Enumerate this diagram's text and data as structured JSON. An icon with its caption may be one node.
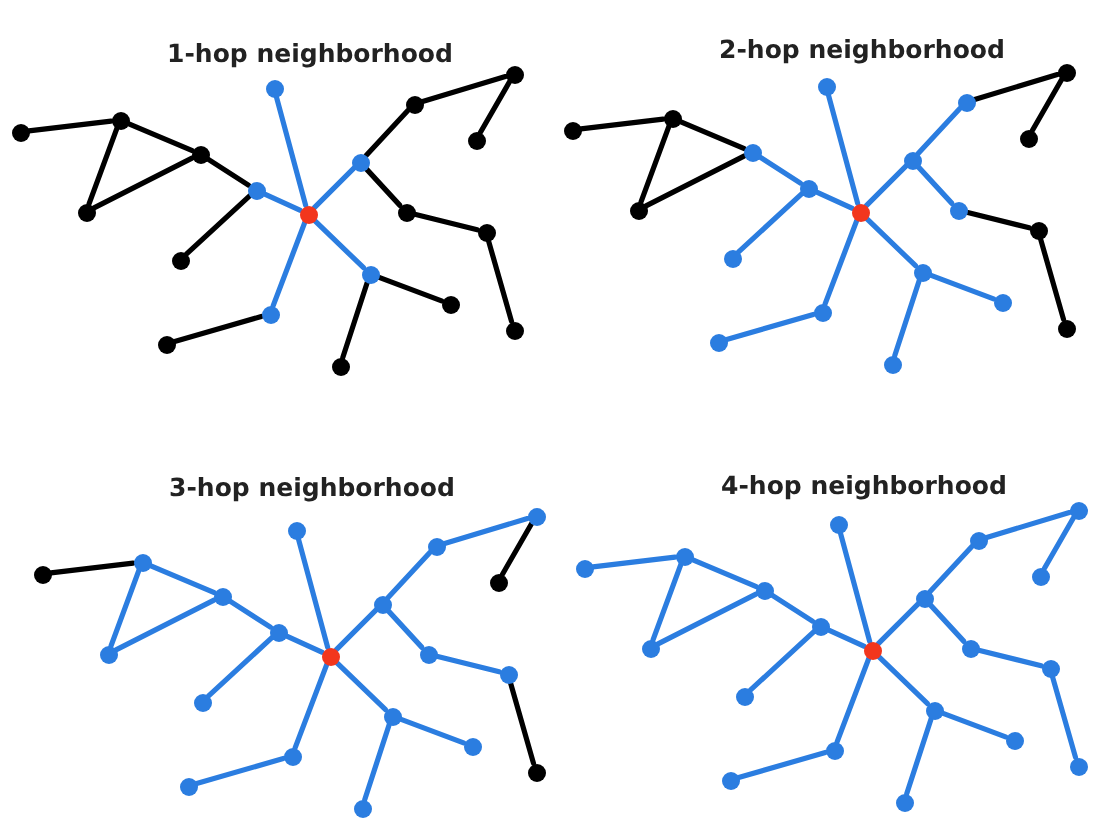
{
  "diagram": {
    "nodes": [
      {
        "text": [],
        "shape": "circle"
      },
      {
        "text": [],
        "shape": "circle"
      },
      {
        "text": [],
        "shape": "circle"
      },
      {
        "text": [],
        "shape": "circle"
      },
      {
        "text": [],
        "shape": "circle"
      },
      {
        "text": [],
        "shape": "circle"
      },
      {
        "text": [],
        "shape": "circle"
      },
      {
        "text": [],
        "shape": "circle"
      },
      {
        "text": [],
        "shape": "circle"
      },
      {
        "text": [],
        "shape": "circle"
      },
      {
        "text": [],
        "shape": "circle"
      },
      {
        "text": [],
        "shape": "circle"
      },
      {
        "text": [],
        "shape": "circle"
      },
      {
        "text": [],
        "shape": "circle"
      },
      {
        "text": [],
        "shape": "circle"
      },
      {
        "text": [],
        "shape": "circle"
      },
      {
        "text": [],
        "shape": "circle"
      },
      {
        "text": [],
        "shape": "circle"
      },
      {
        "text": [],
        "shape": "circle"
      },
      {
        "text": [],
        "shape": "circle"
      },
      {
        "text": [],
        "shape": "circle"
      },
      {
        "text": [],
        "shape": "circle"
      },
      {
        "text": [],
        "shape": "circle"
      },
      {
        "text": [],
        "shape": "circle"
      },
      {
        "text": [],
        "shape": "circle"
      },
      {
        "text": [],
        "shape": "circle"
      },
      {
        "text": [],
        "shape": "circle"
      },
      {
        "text": [],
        "shape": "circle"
      },
      {
        "text": [],
        "shape": "circle"
      },
      {
        "text": [],
        "shape": "circle"
      },
      {
        "text": [],
        "shape": "circle"
      },
      {
        "text": [],
        "shape": "circle"
      },
      {
        "text": [],
        "shape": "circle"
      },
      {
        "text": [],
        "shape": "circle"
      },
      {
        "text": [],
        "shape": "circle"
      },
      {
        "text": [],
        "shape": "circle"
      },
      {
        "text": [],
        "shape": "circle"
      },
      {
        "text": [],
        "shape": "circle"
      },
      {
        "text": [],
        "shape": "circle"
      },
      {
        "text": [],
        "shape": "circle"
      },
      {
        "text": [],
        "shape": "circle"
      },
      {
        "text": [],
        "shape": "circle"
      },
      {
        "text": [],
        "shape": "circle"
      },
      {
        "text": [],
        "shape": "circle"
      },
      {
        "text": [],
        "shape": "circle"
      },
      {
        "text": [],
        "shape": "circle"
      },
      {
        "text": [],
        "shape": "circle"
      },
      {
        "text": [],
        "shape": "circle"
      },
      {
        "text": [],
        "shape": "circle"
      },
      {
        "text": [],
        "shape": "circle"
      },
      {
        "text": [],
        "shape": "circle"
      },
      {
        "text": [],
        "shape": "circle"
      },
      {
        "text": [],
        "shape": "circle"
      },
      {
        "text": [],
        "shape": "circle"
      },
      {
        "text": [],
        "shape": "circle"
      },
      {
        "text": [],
        "shape": "circle"
      },
      {
        "text": [],
        "shape": "circle"
      },
      {
        "text": [],
        "shape": "circle"
      },
      {
        "text": [],
        "shape": "circle"
      },
      {
        "text": [],
        "shape": "circle"
      },
      {
        "text": [],
        "shape": "circle"
      },
      {
        "text": [],
        "shape": "circle"
      },
      {
        "text": [],
        "shape": "circle"
      },
      {
        "text": [],
        "shape": "circle"
      },
      {
        "text": [],
        "shape": "circle"
      },
      {
        "text": [],
        "shape": "circle"
      },
      {
        "text": [],
        "shape": "circle"
      },
      {
        "text": [],
        "shape": "circle"
      },
      {
        "text": [],
        "shape": "circle"
      },
      {
        "text": [],
        "shape": "circle"
      },
      {
        "text": [],
        "shape": "circle"
      },
      {
        "text": [],
        "shape": "circle"
      },
      {
        "text": [],
        "shape": "circle"
      },
      {
        "text": [],
        "shape": "circle"
      },
      {
        "text": [],
        "shape": "circle"
      },
      {
        "text": [],
        "shape": "circle"
      },
      {
        "text": [],
        "shape": "circle"
      },
      {
        "text": [],
        "shape": "circle"
      },
      {
        "text": [],
        "shape": "circle"
      },
      {
        "text": [],
        "shape": "circle"
      }
    ],
    "edges": [
      {
        "from": 11,
        "to": 1,
        "arrow": "none"
      },
      {
        "from": 11,
        "to": 8,
        "arrow": "none"
      },
      {
        "from": 11,
        "to": 7,
        "arrow": "none"
      },
      {
        "from": 11,
        "to": 14,
        "arrow": "none"
      },
      {
        "from": 11,
        "to": 16,
        "arrow": "none"
      },
      {
        "from": 8,
        "to": 6,
        "arrow": "none",
        "color": "#000000"
      },
      {
        "from": 8,
        "to": 13,
        "arrow": "none",
        "color": "#000000"
      },
      {
        "from": 6,
        "to": 3,
        "arrow": "none",
        "color": "#000000"
      },
      {
        "from": 6,
        "to": 9,
        "arrow": "none",
        "color": "#000000"
      },
      {
        "from": 3,
        "to": 9,
        "arrow": "none",
        "color": "#000000"
      },
      {
        "from": 3,
        "to": 4,
        "arrow": "none",
        "color": "#000000"
      },
      {
        "from": 7,
        "to": 2,
        "arrow": "none",
        "color": "#000000"
      },
      {
        "from": 7,
        "to": 10,
        "arrow": "none",
        "color": "#000000"
      },
      {
        "from": 2,
        "to": 0,
        "arrow": "none",
        "color": "#000000"
      },
      {
        "from": 0,
        "to": 5,
        "arrow": "none",
        "color": "#000000"
      },
      {
        "from": 10,
        "to": 12,
        "arrow": "none",
        "color": "#000000"
      },
      {
        "from": 12,
        "to": 17,
        "arrow": "none",
        "color": "#000000"
      },
      {
        "from": 14,
        "to": 15,
        "arrow": "none",
        "color": "#000000"
      },
      {
        "from": 14,
        "to": 19,
        "arrow": "none",
        "color": "#000000"
      },
      {
        "from": 16,
        "to": 18,
        "arrow": "none",
        "color": "#000000"
      },
      {
        "from": 31,
        "to": 21,
        "arrow": "none"
      },
      {
        "from": 31,
        "to": 28,
        "arrow": "none"
      },
      {
        "from": 31,
        "to": 27,
        "arrow": "none"
      },
      {
        "from": 31,
        "to": 34,
        "arrow": "none"
      },
      {
        "from": 31,
        "to": 36,
        "arrow": "none"
      },
      {
        "from": 28,
        "to": 26,
        "arrow": "none"
      },
      {
        "from": 28,
        "to": 33,
        "arrow": "none"
      },
      {
        "from": 26,
        "to": 23,
        "arrow": "none",
        "color": "#000000"
      },
      {
        "from": 26,
        "to": 29,
        "arrow": "none",
        "color": "#000000"
      },
      {
        "from": 23,
        "to": 29,
        "arrow": "none",
        "color": "#000000"
      },
      {
        "from": 23,
        "to": 24,
        "arrow": "none",
        "color": "#000000"
      },
      {
        "from": 27,
        "to": 22,
        "arrow": "none"
      },
      {
        "from": 27,
        "to": 30,
        "arrow": "none"
      },
      {
        "from": 22,
        "to": 20,
        "arrow": "none",
        "color": "#000000"
      },
      {
        "from": 20,
        "to": 25,
        "arrow": "none",
        "color": "#000000"
      },
      {
        "from": 30,
        "to": 32,
        "arrow": "none",
        "color": "#000000"
      },
      {
        "from": 32,
        "to": 37,
        "arrow": "none",
        "color": "#000000"
      },
      {
        "from": 34,
        "to": 35,
        "arrow": "none"
      },
      {
        "from": 34,
        "to": 39,
        "arrow": "none"
      },
      {
        "from": 36,
        "to": 38,
        "arrow": "none"
      },
      {
        "from": 51,
        "to": 41,
        "arrow": "none"
      },
      {
        "from": 51,
        "to": 48,
        "arrow": "none"
      },
      {
        "from": 51,
        "to": 47,
        "arrow": "none"
      },
      {
        "from": 51,
        "to": 54,
        "arrow": "none"
      },
      {
        "from": 51,
        "to": 56,
        "arrow": "none"
      },
      {
        "from": 48,
        "to": 46,
        "arrow": "none"
      },
      {
        "from": 48,
        "to": 53,
        "arrow": "none"
      },
      {
        "from": 46,
        "to": 43,
        "arrow": "none"
      },
      {
        "from": 46,
        "to": 49,
        "arrow": "none"
      },
      {
        "from": 43,
        "to": 49,
        "arrow": "none"
      },
      {
        "from": 43,
        "to": 44,
        "arrow": "none",
        "color": "#000000"
      },
      {
        "from": 47,
        "to": 42,
        "arrow": "none"
      },
      {
        "from": 47,
        "to": 50,
        "arrow": "none"
      },
      {
        "from": 42,
        "to": 40,
        "arrow": "none"
      },
      {
        "from": 40,
        "to": 45,
        "arrow": "none",
        "color": "#000000"
      },
      {
        "from": 50,
        "to": 52,
        "arrow": "none"
      },
      {
        "from": 52,
        "to": 57,
        "arrow": "none",
        "color": "#000000"
      },
      {
        "from": 54,
        "to": 55,
        "arrow": "none"
      },
      {
        "from": 54,
        "to": 59,
        "arrow": "none"
      },
      {
        "from": 56,
        "to": 58,
        "arrow": "none"
      },
      {
        "from": 71,
        "to": 61,
        "arrow": "none"
      },
      {
        "from": 71,
        "to": 68,
        "arrow": "none"
      },
      {
        "from": 71,
        "to": 67,
        "arrow": "none"
      },
      {
        "from": 71,
        "to": 74,
        "arrow": "none"
      },
      {
        "from": 71,
        "to": 76,
        "arrow": "none"
      },
      {
        "from": 68,
        "to": 66,
        "arrow": "none"
      },
      {
        "from": 68,
        "to": 73,
        "arrow": "none"
      },
      {
        "from": 66,
        "to": 63,
        "arrow": "none"
      },
      {
        "from": 66,
        "to": 69,
        "arrow": "none"
      },
      {
        "from": 63,
        "to": 69,
        "arrow": "none"
      },
      {
        "from": 63,
        "to": 64,
        "arrow": "none"
      },
      {
        "from": 67,
        "to": 62,
        "arrow": "none"
      },
      {
        "from": 67,
        "to": 70,
        "arrow": "none"
      },
      {
        "from": 62,
        "to": 60,
        "arrow": "none"
      },
      {
        "from": 60,
        "to": 65,
        "arrow": "none"
      },
      {
        "from": 70,
        "to": 72,
        "arrow": "none"
      },
      {
        "from": 72,
        "to": 77,
        "arrow": "none"
      },
      {
        "from": 74,
        "to": 75,
        "arrow": "none"
      },
      {
        "from": 74,
        "to": 79,
        "arrow": "none"
      },
      {
        "from": 76,
        "to": 78,
        "arrow": "none"
      }
    ],
    "labels": [
      "1-hop neighborhood",
      "2-hop neighborhood",
      "3-hop neighborhood",
      "4-hop neighborhood"
    ]
  }
}
